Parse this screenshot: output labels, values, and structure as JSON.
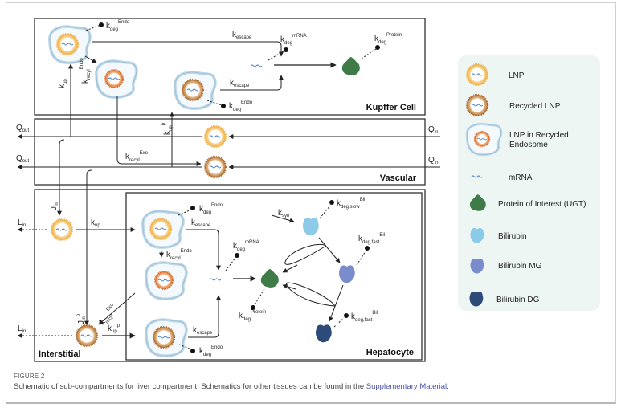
{
  "figure": {
    "label": "FIGURE 2",
    "caption_text": "Schematic of sub-compartments for liver compartment. Schematics for other tissues can be found in the ",
    "caption_link": "Supplementary Material",
    "caption_end": "."
  },
  "compartments": {
    "kupffer": "Kupffer Cell",
    "vascular": "Vascular",
    "interstitial": "Interstitial",
    "hepatocyte": "Hepatocyte"
  },
  "rates": {
    "k": "k",
    "J": "J",
    "Q": "Q",
    "L": "L",
    "deg": "deg",
    "escape": "escape",
    "up": "up",
    "recyl": "recyl",
    "syn": "syn",
    "in": "in",
    "out": "out",
    "endo": "Endo",
    "exo": "Exo",
    "mrna": "mRNA",
    "protein": "Protein",
    "bil": "Bil",
    "p": "p",
    "deg_slow": "deg,slow",
    "deg_fast": "deg,fast"
  },
  "legend": {
    "items": [
      {
        "label": "LNP",
        "icon": "lnp-icon"
      },
      {
        "label": "Recycled LNP",
        "icon": "recycled-lnp-icon"
      },
      {
        "label_line1": "LNP in Recycled",
        "label_line2": "Endosome",
        "icon": "endosome-icon"
      },
      {
        "label": "mRNA",
        "icon": "mrna-icon"
      },
      {
        "label": "Protein of Interest (UGT)",
        "icon": "protein-icon"
      },
      {
        "label": "Bilirubin",
        "icon": "bilirubin-icon"
      },
      {
        "label": "Bilirubin MG",
        "icon": "bilirubin-mg-icon"
      },
      {
        "label": "Bilirubin DG",
        "icon": "bilirubin-dg-icon"
      }
    ]
  },
  "colors": {
    "lnp": "#f1b24a",
    "recycled_lnp": "#b8773a",
    "recycled_endo_lnp": "#e07a3a",
    "endosome": "#bcd7e8",
    "mrna": "#3a78c2",
    "protein": "#3f7b48",
    "bilirubin": "#8ccbe8",
    "bilirubin_mg": "#7b8ccc",
    "bilirubin_dg": "#2d4a78",
    "legend_bg": "#eef6f4",
    "link": "#4b55a8"
  }
}
